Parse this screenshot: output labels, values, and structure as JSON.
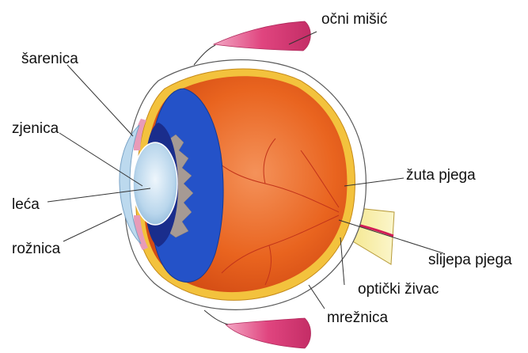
{
  "labels": {
    "ocni_misic": "očni mišić",
    "sarenica": "šarenica",
    "zjenica": "zjenica",
    "leca": "leća",
    "roznica": "rožnica",
    "zuta_pjega": "žuta pjega",
    "slijepa_pjega": "slijepa pjega",
    "opticki_zivac": "optički živac",
    "mreznica": "mrežnica"
  },
  "colors": {
    "muscle": "#e0457f",
    "vitreous": "#e45a1a",
    "choroid_band": "#f3c23d",
    "iris_ciliary": "#2452c8",
    "lens": "#b5d3e9",
    "cornea": "#bcd9ee",
    "nerve": "#f6eda0",
    "line": "#333333"
  }
}
